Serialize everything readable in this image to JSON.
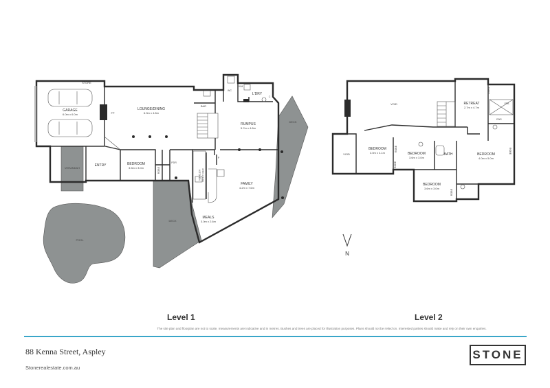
{
  "levels": {
    "level1": "Level 1",
    "level2": "Level 2"
  },
  "compass": "N",
  "disclaimer": "The site plan and floorplan are not to scale, measurements are indicative and in metres. Bushes and trees are placed for illustration purposes. Plans should not be relied on. Interested parties should make and rely on their own enquiries.",
  "footer": {
    "address": "88 Kenna Street, Aspley",
    "website": "Stonerealestate.com.au",
    "logo": "STONE"
  },
  "level1_rooms": {
    "store": "STORE",
    "garage": "GARAGE",
    "garage_dim": "6.0m x 6.0m",
    "fp": "FP",
    "lounge": "LOUNGE/DINING",
    "lounge_dim": "6.9m x 4.8m",
    "bar": "BAR",
    "wic": "WC",
    "vm": "V/M",
    "ldry": "L'DRY",
    "c": "C",
    "deck_right": "DECK",
    "rumpus": "RUMPUS",
    "rumpus_dim": "5.7m x 4.8m",
    "verandah": "VERANDAH",
    "entry": "ENTRY",
    "bedroom": "BEDROOM",
    "bedroom_dim": "3.5m x 3.0m",
    "robe": "ROBE",
    "pdr": "PDR",
    "kitchen": "KITCHEN",
    "kitchen_dim": "3.9m x 3.0m",
    "p": "P",
    "family": "FAMILY",
    "family_dim": "4.2m x 7.6m",
    "deck_left": "DECK",
    "meals": "MEALS",
    "meals_dim": "3.0m x 2.6m",
    "pool": "POOL"
  },
  "level2_rooms": {
    "void_main": "VOID",
    "void_left": "VOID",
    "linen": "LINEN",
    "retreat": "RETREAT",
    "retreat_dim": "2.7m x 4.7m",
    "spa": "SPA",
    "ens": "ENS",
    "bed1": "BEDROOM",
    "bed1_dim": "3.0m x 4.1m",
    "robe1": "ROBE",
    "bed2": "BEDROOM",
    "bed2_dim": "3.6m x 3.0m",
    "robe2": "ROBE",
    "bath": "BATH",
    "bed3": "BEDROOM",
    "bed3_dim": "4.0m x 5.0m",
    "robe3": "ROBE",
    "bed4": "BEDROOM",
    "bed4_dim": "3.6m x 3.0m",
    "robe4": "ROBE"
  },
  "colors": {
    "deck": "#8e9292",
    "wall": "#2b2b2b",
    "rule": "#3aa6c9"
  }
}
